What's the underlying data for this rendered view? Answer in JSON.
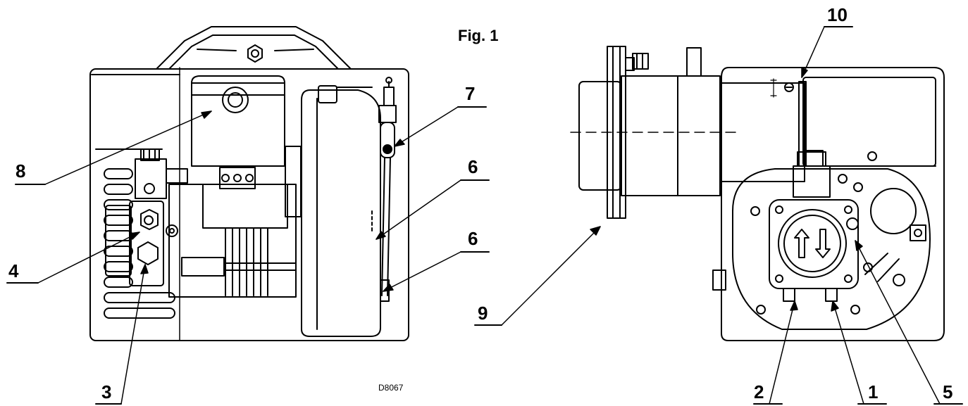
{
  "figure": {
    "title": "Fig. 1",
    "drawing_code": "D8067"
  },
  "callouts": {
    "c1": "1",
    "c2": "2",
    "c3": "3",
    "c4": "4",
    "c5": "5",
    "c6a": "6",
    "c6b": "6",
    "c7": "7",
    "c8": "8",
    "c9": "9",
    "c10": "10"
  }
}
